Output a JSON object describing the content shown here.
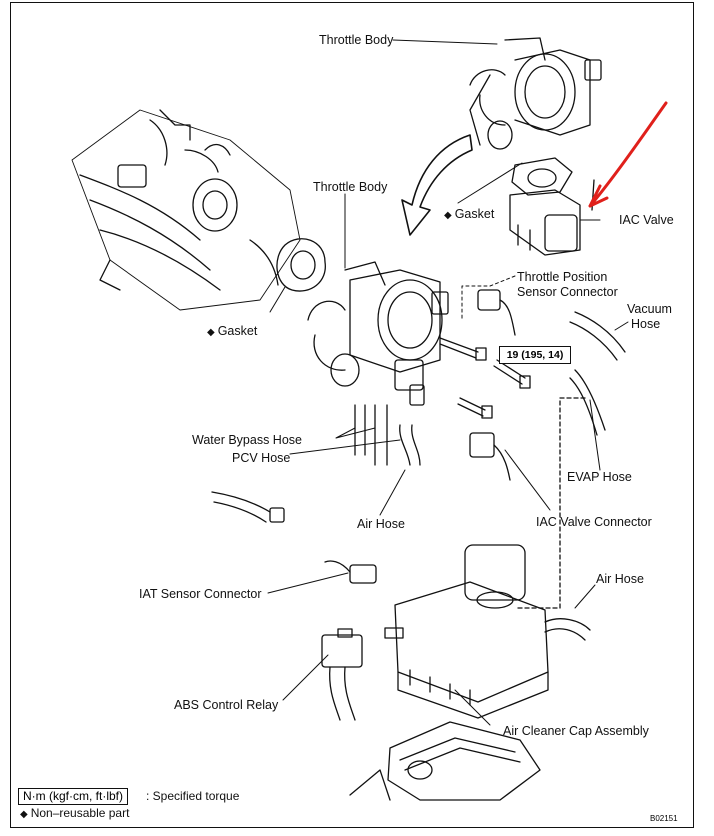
{
  "labels": {
    "throttle_body_top": "Throttle Body",
    "throttle_body_mid": "Throttle Body",
    "gasket_left": "Gasket",
    "gasket_right": "Gasket",
    "iac_valve": "IAC Valve",
    "tps_connector_line1": "Throttle Position",
    "tps_connector_line2": "Sensor Connector",
    "vacuum_hose_line1": "Vacuum",
    "vacuum_hose_line2": "Hose",
    "water_bypass_hose": "Water Bypass Hose",
    "pcv_hose": "PCV Hose",
    "air_hose_mid": "Air Hose",
    "evap_hose": "EVAP Hose",
    "iac_valve_connector": "IAC Valve Connector",
    "iat_sensor_connector": "IAT Sensor Connector",
    "air_hose_right": "Air Hose",
    "abs_control_relay": "ABS Control Relay",
    "air_cleaner_cap": "Air Cleaner Cap Assembly"
  },
  "torque_spec": "19 (195, 14)",
  "legend": {
    "unit_box": "N·m (kgf·cm, ft·lbf)",
    "unit_desc": ": Specified torque",
    "non_reusable": "Non–reusable part"
  },
  "figure_number": "B02151",
  "colors": {
    "ink": "#111111",
    "annotation_arrow": "#e0201b"
  },
  "symbols": {
    "non_reusable_marker": "◆"
  }
}
